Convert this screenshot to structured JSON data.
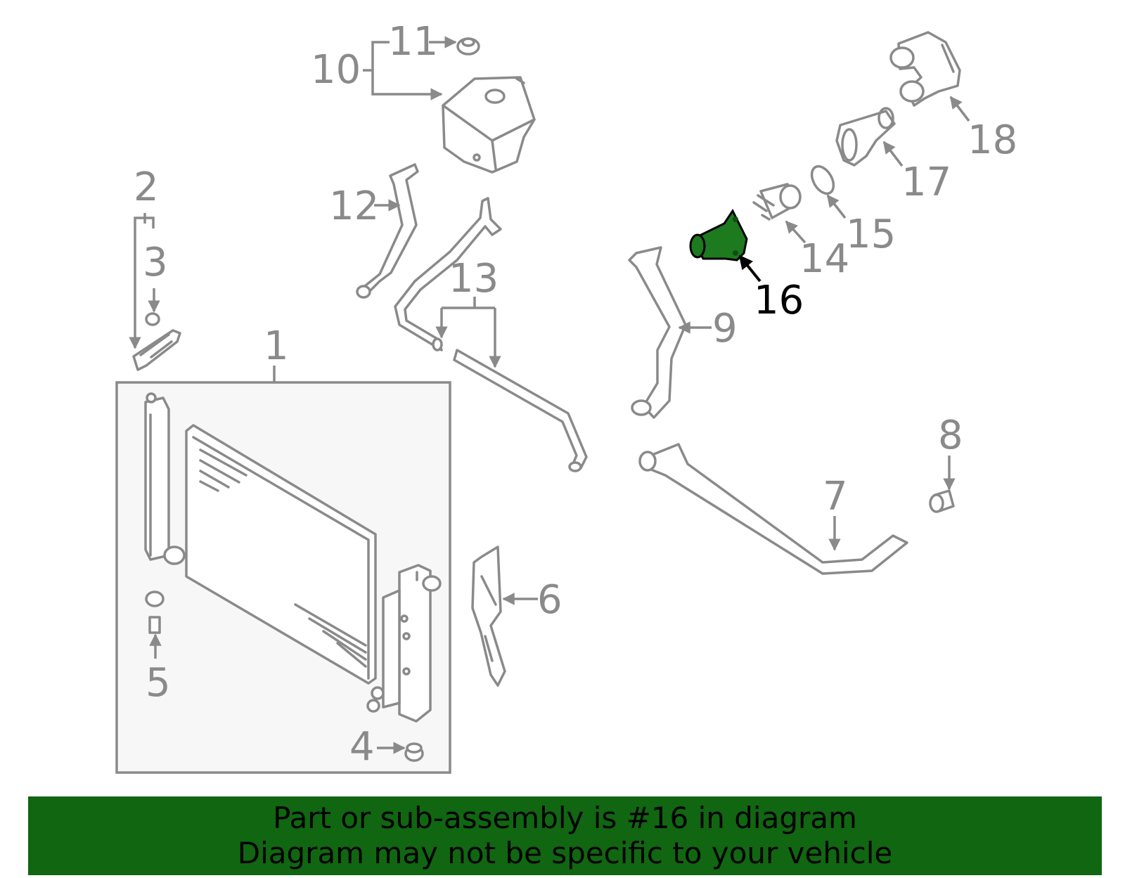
{
  "diagram": {
    "callouts": [
      "1",
      "2",
      "3",
      "4",
      "5",
      "6",
      "7",
      "8",
      "9",
      "10",
      "11",
      "12",
      "13",
      "14",
      "15",
      "16",
      "17",
      "18"
    ],
    "highlighted_part": "16",
    "highlight_color": "#1e7a1e",
    "part_stroke_color": "#8a8a8a",
    "icons": [
      "radiator",
      "coolant-reservoir",
      "reservoir-cap",
      "upper-hose",
      "lower-hose",
      "thermostat-housing",
      "water-outlet",
      "thermostat",
      "gasket",
      "clip",
      "bracket",
      "air-deflector",
      "drain-plug"
    ]
  },
  "banner": {
    "line1": "Part or sub-assembly is #16 in diagram",
    "line2": "Diagram may not be specific to your vehicle",
    "background": "#116611"
  }
}
